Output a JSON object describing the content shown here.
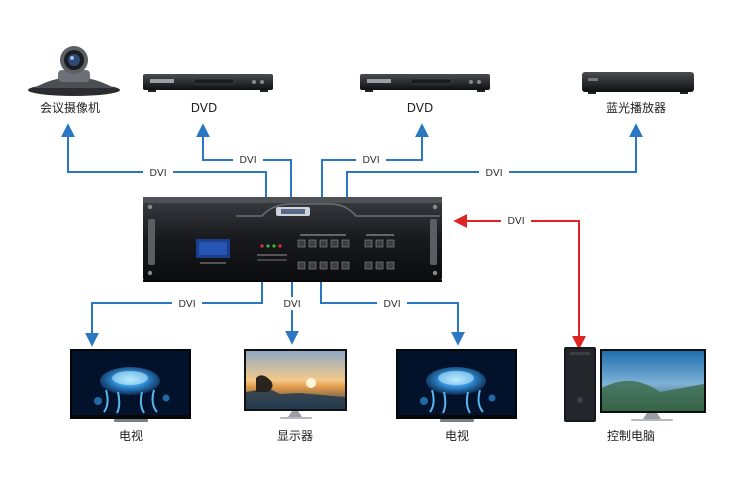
{
  "devices": {
    "camera": "会议摄像机",
    "dvd_1": "DVD",
    "dvd_2": "DVD",
    "bluray": "蓝光播放器",
    "tv_1": "电视",
    "monitor": "显示器",
    "tv_2": "电视",
    "pc": "控制电脑"
  },
  "connections": {
    "in_1": "DVI",
    "in_2": "DVI",
    "in_3": "DVI",
    "in_4": "DVI",
    "out_1": "DVI",
    "out_2": "DVI",
    "out_3": "DVI",
    "control": "DVI"
  },
  "colors": {
    "signal_line": "#2a78c2",
    "control_line": "#e02323"
  }
}
